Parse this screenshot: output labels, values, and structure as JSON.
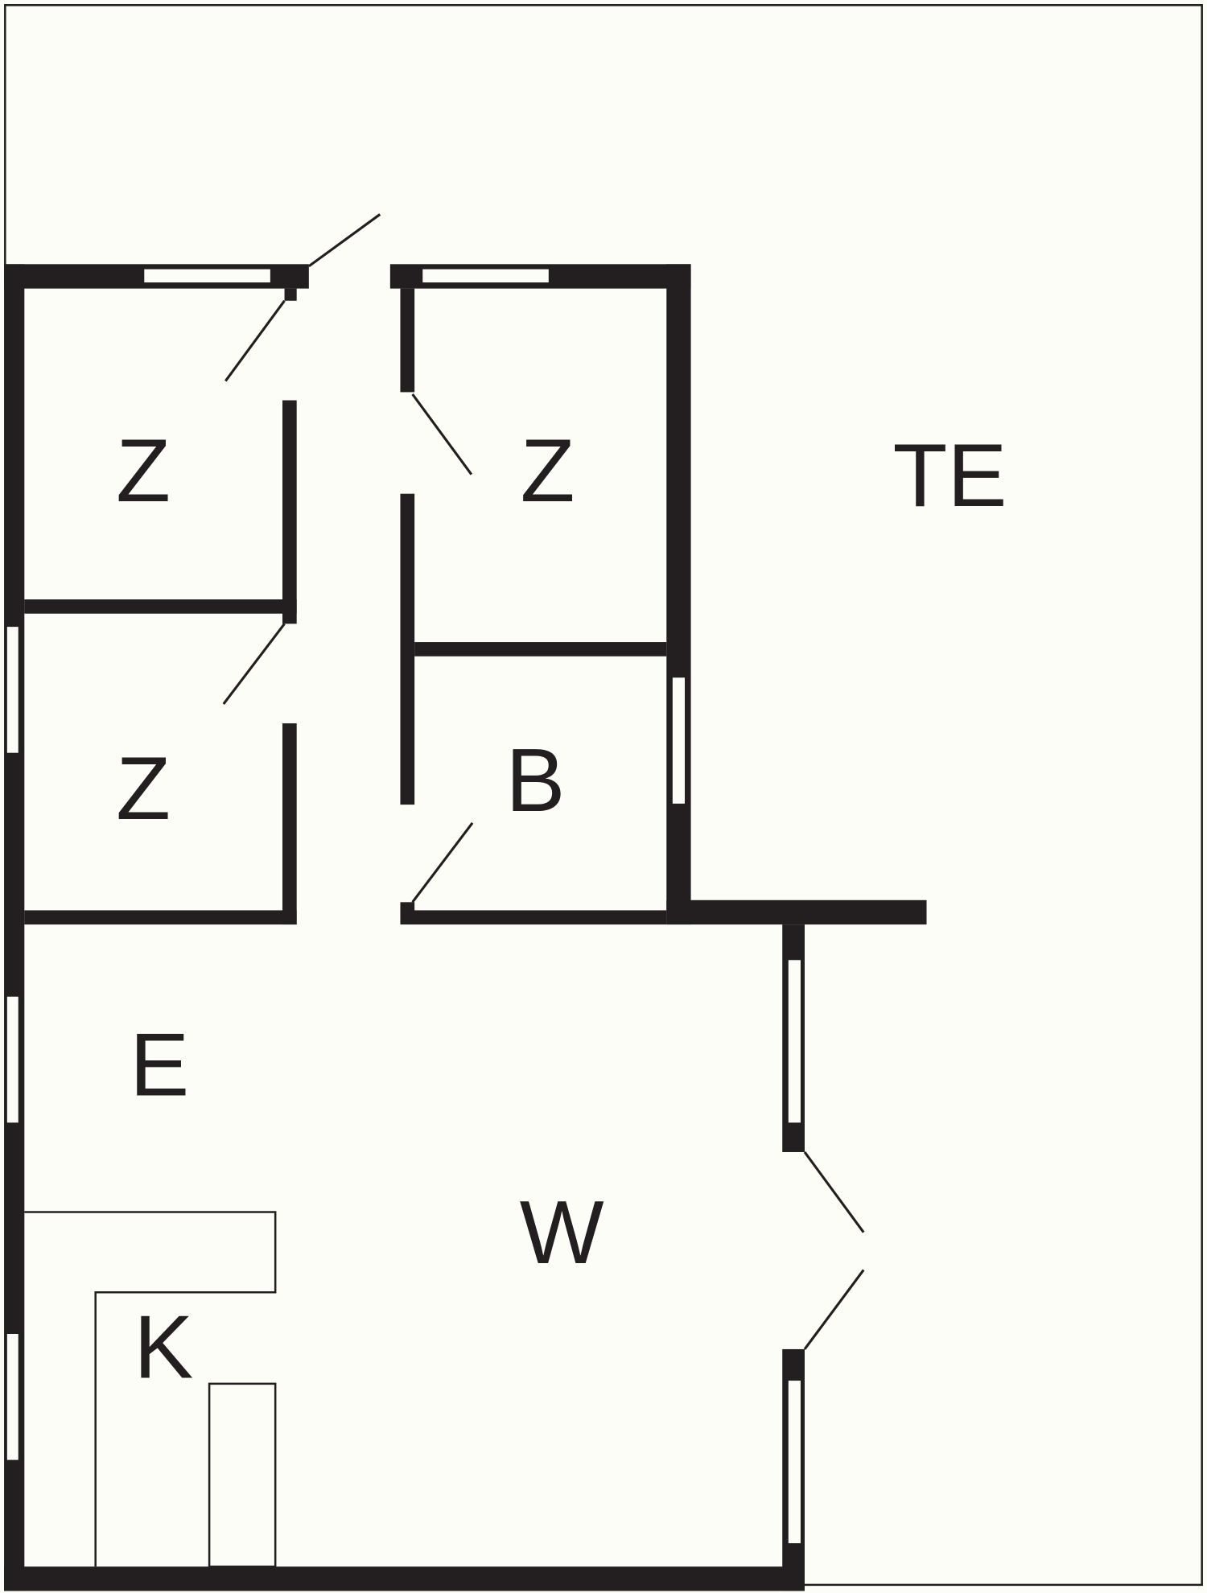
{
  "plan": {
    "colors": {
      "wall": "#231f20",
      "background": "#fdfdf8"
    },
    "rooms": {
      "bedroom_top_left": "Z",
      "bedroom_top_right": "Z",
      "bedroom_bottom_left": "Z",
      "terrace": "TE",
      "bathroom": "B",
      "entrance": "E",
      "living": "W",
      "kitchen": "K"
    }
  }
}
